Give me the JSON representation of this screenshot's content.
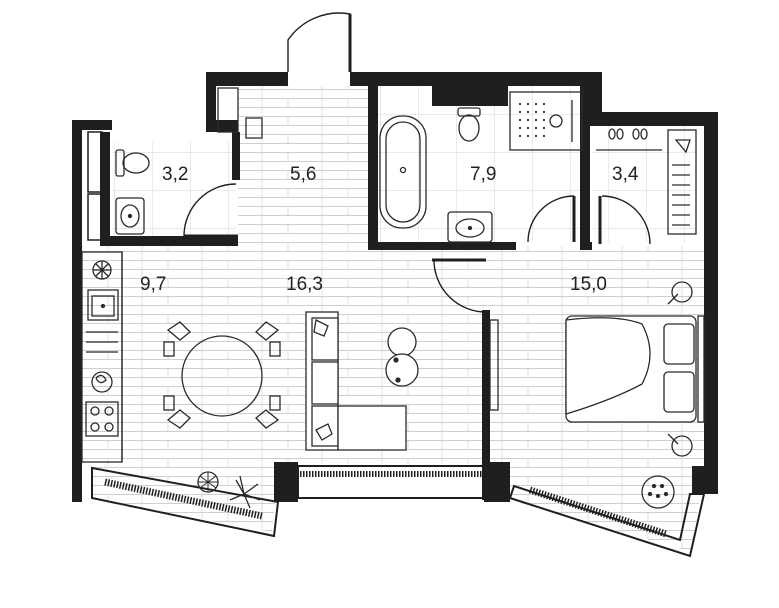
{
  "plan": {
    "colors": {
      "wall": "#1f1f1f",
      "floor_line": "#c9c9c9",
      "tile": "#d4d4d4",
      "fixture": "#2b2b2b",
      "background": "#ffffff"
    },
    "rooms": [
      {
        "id": "wc",
        "area": "3,2"
      },
      {
        "id": "hall",
        "area": "5,6"
      },
      {
        "id": "bathroom",
        "area": "7,9"
      },
      {
        "id": "wardrobe",
        "area": "3,4"
      },
      {
        "id": "kitchen",
        "area": "9,7"
      },
      {
        "id": "living",
        "area": "16,3"
      },
      {
        "id": "bedroom",
        "area": "15,0"
      }
    ],
    "icons": [
      "toilet-icon",
      "sink-icon",
      "bathtub-icon",
      "shower-icon",
      "stove-icon",
      "fridge-icon",
      "dining-table-icon",
      "sofa-icon",
      "bed-icon",
      "plant-icon",
      "towel-rail-icon",
      "washer-icon"
    ]
  }
}
